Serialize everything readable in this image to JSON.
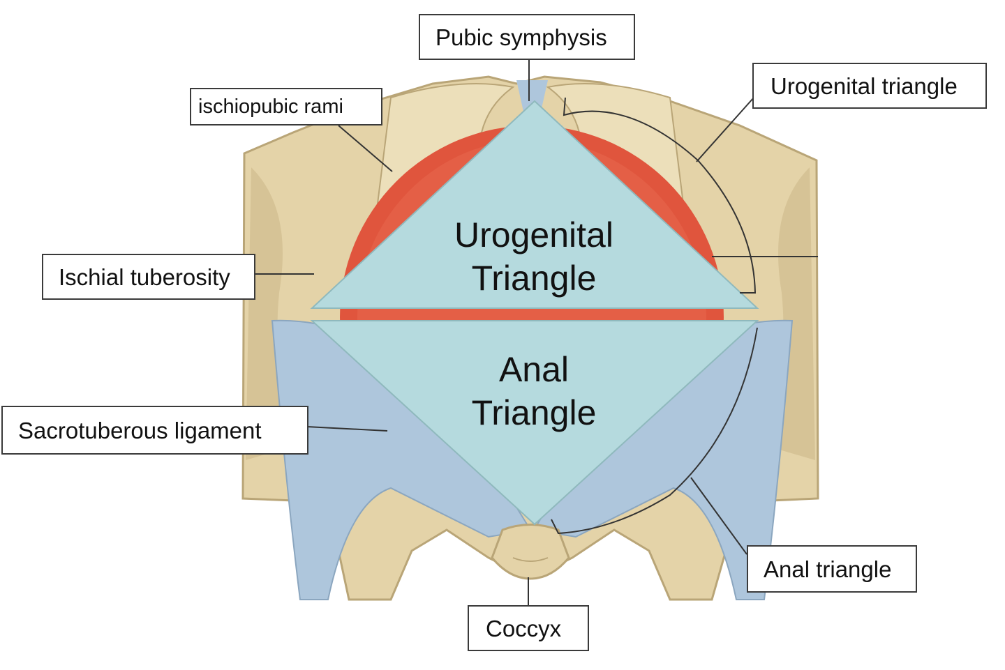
{
  "triangles": {
    "urogenital": {
      "line1": "Urogenital",
      "line2": "Triangle"
    },
    "anal": {
      "line1": "Anal",
      "line2": "Triangle"
    }
  },
  "labels": {
    "pubic_symphysis": "Pubic symphysis",
    "ischiopubic_rami": "ischiopubic rami",
    "urogenital_triangle": "Urogenital triangle",
    "ischial_tuberosity": "Ischial tuberosity",
    "sacrotuberous_ligament": "Sacrotuberous ligament",
    "anal_triangle": "Anal triangle",
    "coccyx": "Coccyx"
  },
  "colors": {
    "bone": "#e4d3a8",
    "bone_shadow": "#b9a577",
    "muscle": "#e0553d",
    "ligament": "#aec6dc",
    "triangle_fill": "#b5dade",
    "line": "#333333"
  }
}
